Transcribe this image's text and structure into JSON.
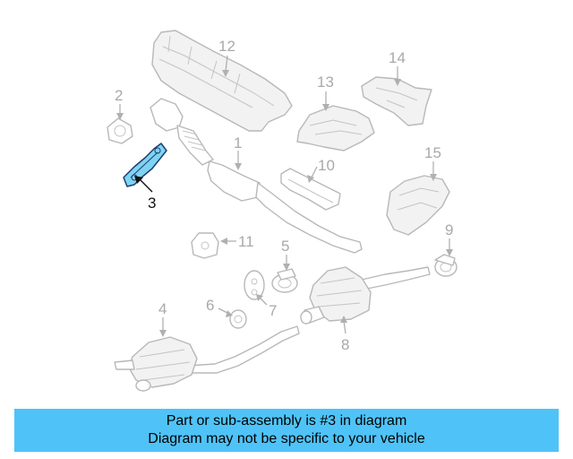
{
  "diagram": {
    "callouts": {
      "c1": "1",
      "c2": "2",
      "c3": "3",
      "c4": "4",
      "c5": "5",
      "c6": "6",
      "c7": "7",
      "c8": "8",
      "c9": "9",
      "c10": "10",
      "c11": "11",
      "c12": "12",
      "c13": "13",
      "c14": "14",
      "c15": "15"
    },
    "highlighted_part": "3",
    "colors": {
      "highlight_fill": "#7fd3f2",
      "highlight_stroke": "#1d3e6e",
      "line_art": "#b8b8b8",
      "banner": "#4fc3f7"
    }
  },
  "banner": {
    "line1": "Part or sub-assembly is #3 in diagram",
    "line2": "Diagram may not be specific to your vehicle"
  }
}
